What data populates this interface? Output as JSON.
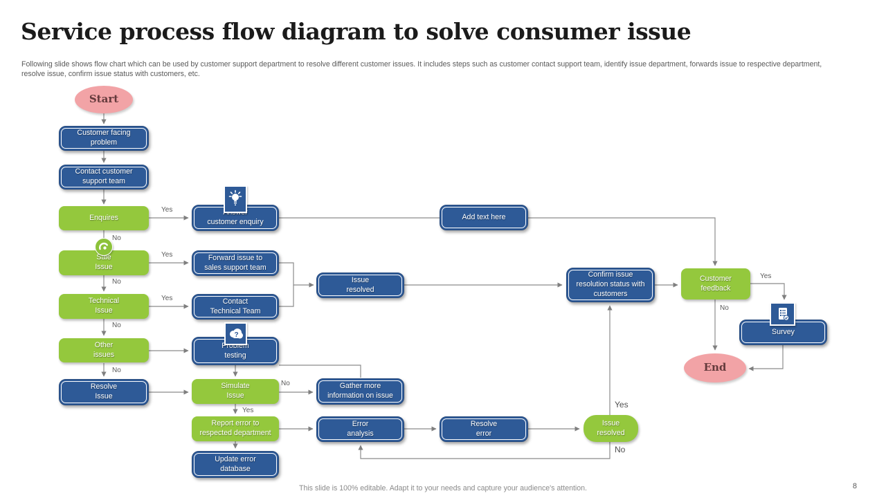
{
  "slide": {
    "title": "Service process flow diagram to solve consumer issue",
    "subtitle": "Following slide shows flow chart which can be used by customer support department to resolve different customer issues. It includes steps such as customer contact support team, identify issue department, forwards issue to respective department, resolve issue, confirm issue status with customers, etc.",
    "footer": "This slide is 100% editable.  Adapt it to your needs and capture your audience's attention.",
    "page_number": "8"
  },
  "labels": {
    "yes": "Yes",
    "no": "No"
  },
  "nodes": {
    "start": "Start",
    "customer_facing_problem": "Customer facing\nproblem",
    "contact_customer_support_team": "Contact customer\nsupport team",
    "enquires": "Enquires",
    "sale_issue": "Sale\nIssue",
    "technical_issue": "Technical\nIssue",
    "other_issues": "Other\nissues",
    "resolve_issue": "Resolve\nIssue",
    "answer_customer_enquiry": "Answer\ncustomer enquiry",
    "forward_issue": "Forward issue to\nsales support team",
    "contact_technical_team": "Contact\nTechnical Team",
    "problem_testing": "Problem\ntesting",
    "simulate_issue": "Simulate\nIssue",
    "report_error": "Report error to\nrespected department",
    "update_error_database": "Update error\ndatabase",
    "issue_resolved_mid": "Issue\nresolved",
    "gather_more_information": "Gather more\ninformation on issue",
    "error_analysis": "Error\nanalysis",
    "add_text_here": "Add text here",
    "resolve_error": "Resolve\nerror",
    "confirm_issue_status": "Confirm issue\nresolution status with\ncustomers",
    "issue_resolved_end": "Issue\nresolved",
    "customer_feedback": "Customer\nfeedback",
    "survey": "Survey",
    "end": "End"
  },
  "icons": {
    "lightbulb": "lightbulb-icon",
    "brain": "brain-question-icon",
    "survey": "survey-checklist-icon",
    "sale": "sale-swirl-icon"
  },
  "colors": {
    "node_blue": "#2e5a97",
    "node_green": "#94c83d",
    "terminal_pink": "#f2a3a6",
    "connector_gray": "#8b8b8b",
    "title_text": "#1b1b1b",
    "body_text": "#595959"
  }
}
